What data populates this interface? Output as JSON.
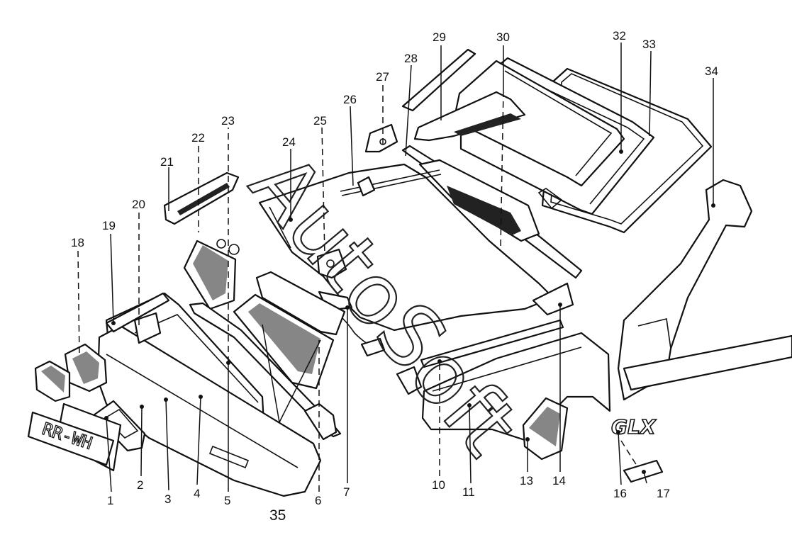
{
  "watermark": "AutoSoft",
  "plate_text": "RR-WH",
  "badge_text": "GLX",
  "callouts": {
    "c1": "1",
    "c2": "2",
    "c3": "3",
    "c4": "4",
    "c5": "5",
    "c6": "6",
    "c7": "7",
    "c10": "10",
    "c11": "11",
    "c13": "13",
    "c14": "14",
    "c16": "16",
    "c17": "17",
    "c18": "18",
    "c19": "19",
    "c20": "20",
    "c21": "21",
    "c22": "22",
    "c23": "23",
    "c24": "24",
    "c25": "25",
    "c26": "26",
    "c27": "27",
    "c28": "28",
    "c29": "29",
    "c30": "30",
    "c32": "32",
    "c33": "33",
    "c34": "34",
    "c35": "35"
  }
}
